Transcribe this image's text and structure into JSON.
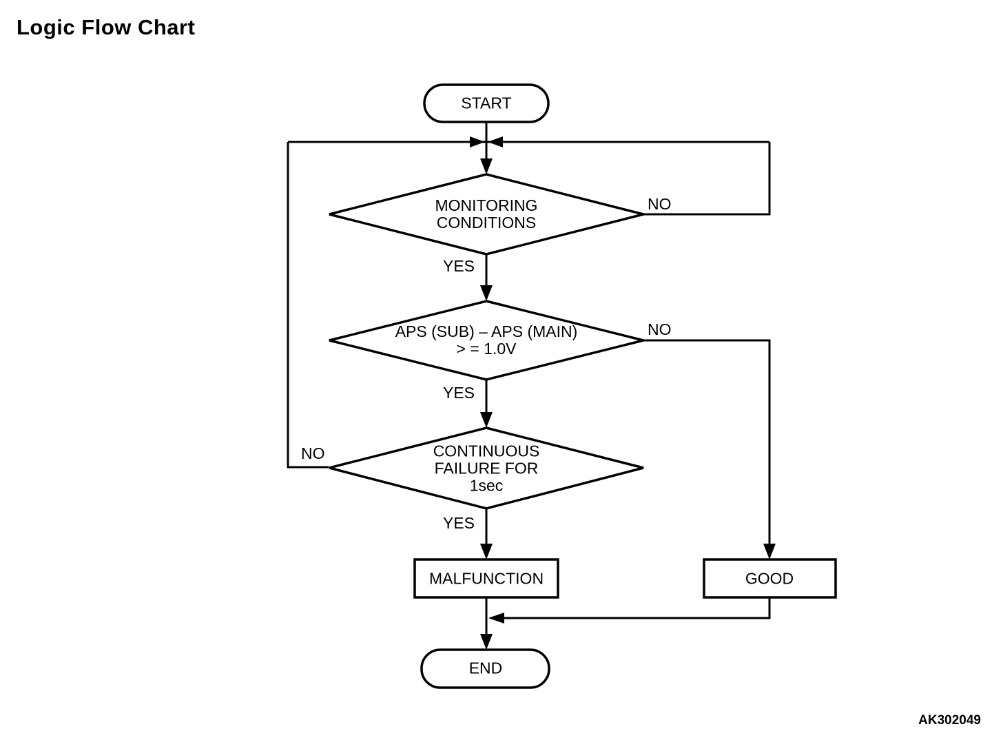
{
  "title": "Logic Flow Chart",
  "figure_code": "AK302049",
  "colors": {
    "line": "#000000",
    "background": "#ffffff",
    "text": "#000000"
  },
  "flowchart": {
    "nodes": {
      "start": {
        "type": "terminal",
        "label": "START"
      },
      "monitoring": {
        "type": "decision",
        "label": "MONITORING\nCONDITIONS"
      },
      "aps_compare": {
        "type": "decision",
        "label": "APS (SUB) – APS (MAIN)\n> = 1.0V"
      },
      "continuous_failure": {
        "type": "decision",
        "label": "CONTINUOUS\nFAILURE FOR\n1sec"
      },
      "malfunction": {
        "type": "process",
        "label": "MALFUNCTION"
      },
      "good": {
        "type": "process",
        "label": "GOOD"
      },
      "end": {
        "type": "terminal",
        "label": "END"
      }
    },
    "edge_labels": {
      "monitoring_no": "NO",
      "monitoring_yes": "YES",
      "aps_no": "NO",
      "aps_yes": "YES",
      "continuous_no": "NO",
      "continuous_yes": "YES"
    }
  }
}
